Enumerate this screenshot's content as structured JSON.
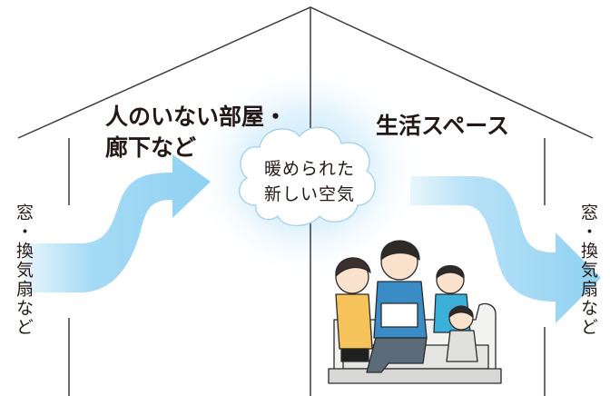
{
  "diagram": {
    "left_room_label_line1": "人のいない部屋・",
    "left_room_label_line2": "廊下など",
    "right_room_label": "生活スペース",
    "cloud_line1": "暖められた",
    "cloud_line2": "新しい空気",
    "left_inlet_label": "窓・換気扇など",
    "right_outlet_label": "窓・換気扇など"
  },
  "colors": {
    "outline": "#3e3a39",
    "text": "#231815",
    "arrow": "#a8dcf5",
    "glow": "#cfeafa",
    "cloud_fill": "#ffffff",
    "cloud_stroke": "#a9d4ee"
  },
  "illustration": {
    "subject": "family-of-four-on-sofa-reading-book"
  }
}
